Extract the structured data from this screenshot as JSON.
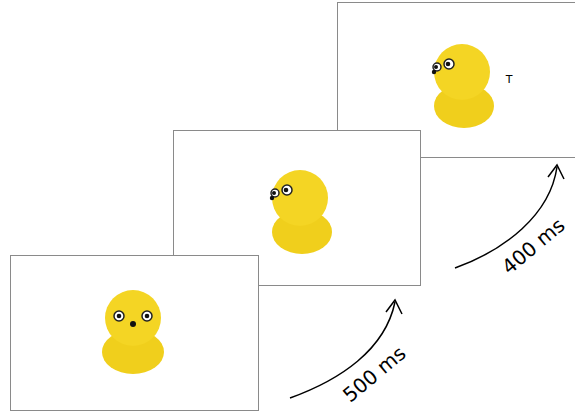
{
  "diagram": {
    "labels": [
      "500 ms",
      "400 ms",
      "T"
    ]
  }
}
